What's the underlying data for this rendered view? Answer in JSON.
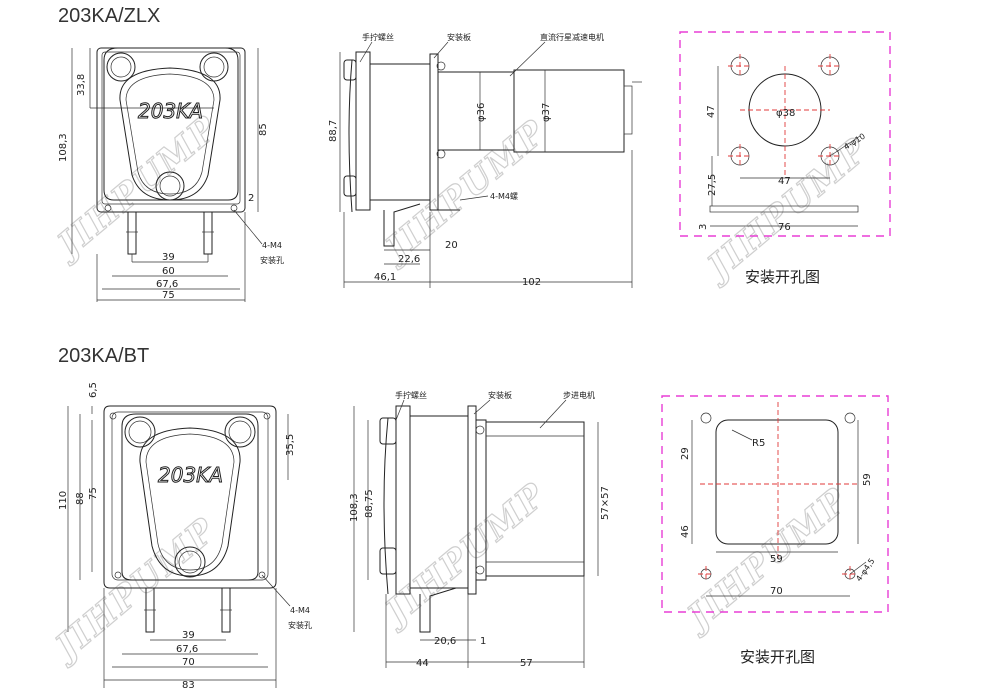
{
  "zlx": {
    "title": "203KA/ZLX",
    "front": {
      "brand": "203KA",
      "dims": [
        "33,8",
        "108,3",
        "85",
        "2",
        "39",
        "60",
        "67,6",
        "75"
      ],
      "note": [
        "4-M4",
        "安装孔"
      ]
    },
    "side": {
      "labels": [
        "手拧螺丝",
        "安装板",
        "直流行星减速电机"
      ],
      "dims": [
        "88,7",
        "φ36",
        "φ37",
        "4-M4螺",
        "20",
        "22,6",
        "46,1",
        "102"
      ]
    },
    "cutout": {
      "dims": [
        "47",
        "φ38",
        "4-φ10",
        "27,5",
        "47",
        "3",
        "76"
      ],
      "caption": "安装开孔图"
    }
  },
  "bt": {
    "title": "203KA/BT",
    "front": {
      "brand": "203KA",
      "dims": [
        "6,5",
        "35,5",
        "110",
        "88",
        "75",
        "39",
        "67,6",
        "70",
        "83"
      ],
      "note": [
        "4-M4",
        "安装孔"
      ]
    },
    "side": {
      "labels": [
        "手拧螺丝",
        "安装板",
        "步进电机"
      ],
      "dims": [
        "108,3",
        "88,75",
        "57×57",
        "20,6",
        "1",
        "44",
        "57"
      ]
    },
    "cutout": {
      "dims": [
        "R5",
        "29",
        "59",
        "46",
        "59",
        "4-φ4,5",
        "70"
      ],
      "caption": "安装开孔图"
    }
  },
  "watermark": "JIHPUMP",
  "colors": {
    "ink": "#222222",
    "center_line": "#e03a3a",
    "cutout_border": "#e83fd6",
    "watermark": "#cfcfcf"
  }
}
